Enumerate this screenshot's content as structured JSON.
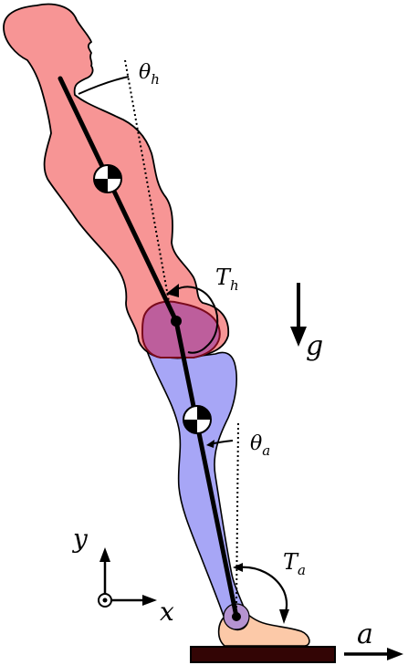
{
  "labels": {
    "theta_h": {
      "symbol": "θ",
      "subscript": "h"
    },
    "torque_hip": {
      "symbol": "T",
      "subscript": "h"
    },
    "gravity": {
      "symbol": "g"
    },
    "theta_a": {
      "symbol": "θ",
      "subscript": "a"
    },
    "torque_ankle": {
      "symbol": "T",
      "subscript": "a"
    },
    "acceleration": {
      "symbol": "a"
    },
    "axis_y": {
      "symbol": "y"
    },
    "axis_x": {
      "symbol": "x"
    }
  },
  "colors": {
    "upper_body": "#f79595",
    "lower_body": "#a7a6f6",
    "pelvis": "#bd5e9c",
    "foot": "#fcc9a8",
    "ankle_joint": "#b593d1",
    "platform": "#330505",
    "outline": "#000000"
  }
}
